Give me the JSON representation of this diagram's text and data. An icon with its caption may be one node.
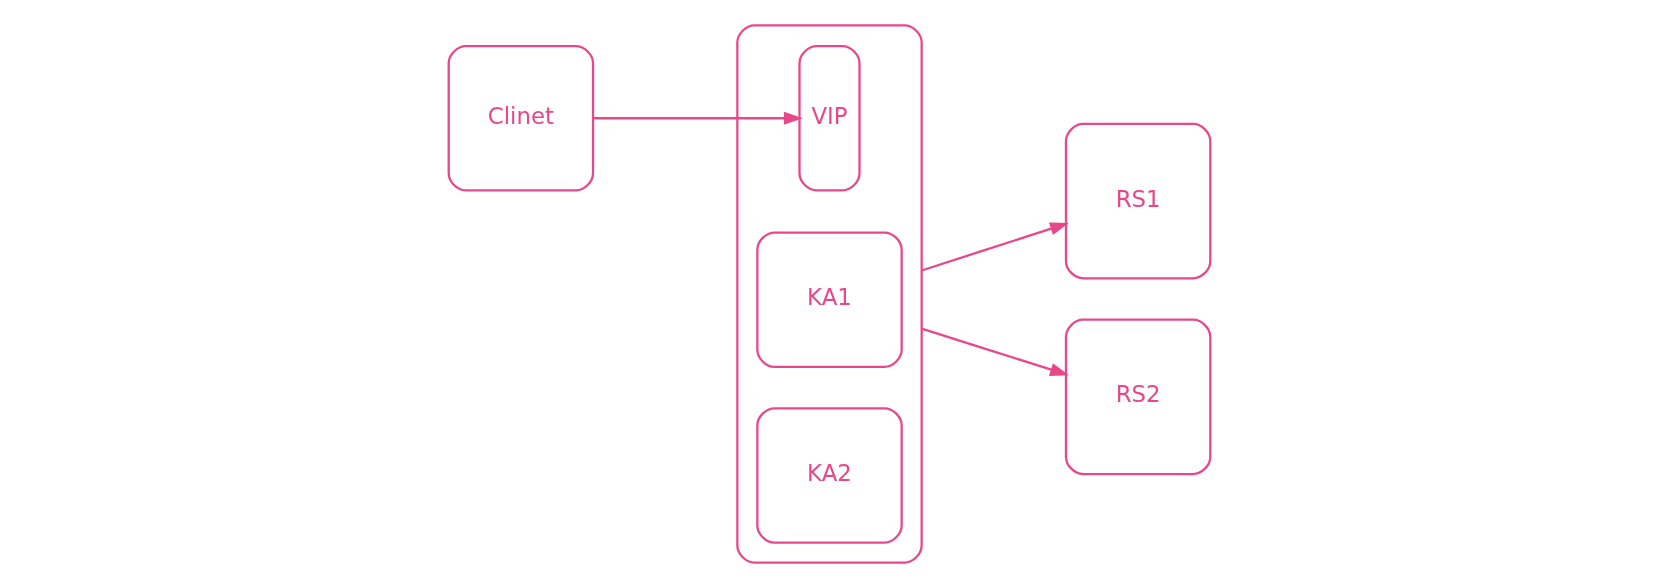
{
  "diagram": {
    "nodes": [
      {
        "text": [
          "Clinet"
        ]
      },
      {
        "text": [],
        "shape": "box"
      },
      {
        "text": [
          "VIP"
        ],
        "in": 1
      },
      {
        "text": [
          "KA1"
        ],
        "in": 1
      },
      {
        "text": [
          "KA2"
        ],
        "in": 1
      },
      {
        "text": [
          "RS1"
        ]
      },
      {
        "text": [
          "RS2"
        ]
      }
    ],
    "edges": [
      {
        "from": 0,
        "to": 2,
        "arrow": "to"
      },
      {
        "from": 1,
        "to": 5,
        "arrow": "to"
      },
      {
        "from": 1,
        "to": 6,
        "arrow": "to"
      }
    ]
  }
}
